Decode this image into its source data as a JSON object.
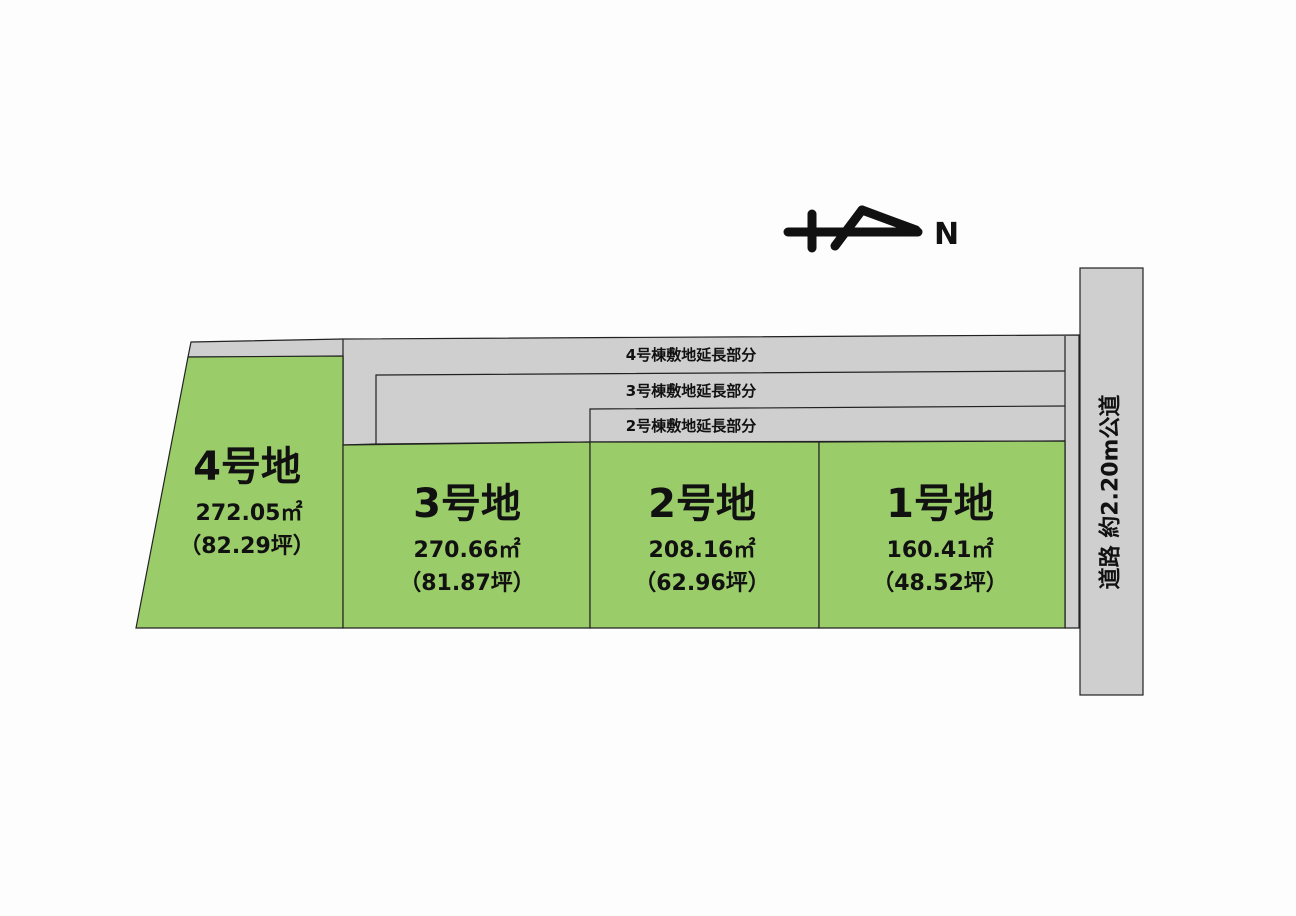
{
  "lots": [
    {
      "title": "4号地",
      "area_m2": "272.05㎡",
      "area_tsubo": "（82.29坪）"
    },
    {
      "title": "3号地",
      "area_m2": "270.66㎡",
      "area_tsubo": "（81.87坪）"
    },
    {
      "title": "2号地",
      "area_m2": "208.16㎡",
      "area_tsubo": "（62.96坪）"
    },
    {
      "title": "1号地",
      "area_m2": "160.41㎡",
      "area_tsubo": "（48.52坪）"
    }
  ],
  "strips": [
    {
      "label": "4号棟敷地延長部分"
    },
    {
      "label": "3号棟敷地延長部分"
    },
    {
      "label": "2号棟敷地延長部分"
    }
  ],
  "road": {
    "label": "道路 約2.20m公道"
  },
  "compass": {
    "label": "N"
  },
  "colors": {
    "lot_fill": "#9acd69",
    "strip_fill": "#cfcfcf",
    "outline": "#222222"
  }
}
